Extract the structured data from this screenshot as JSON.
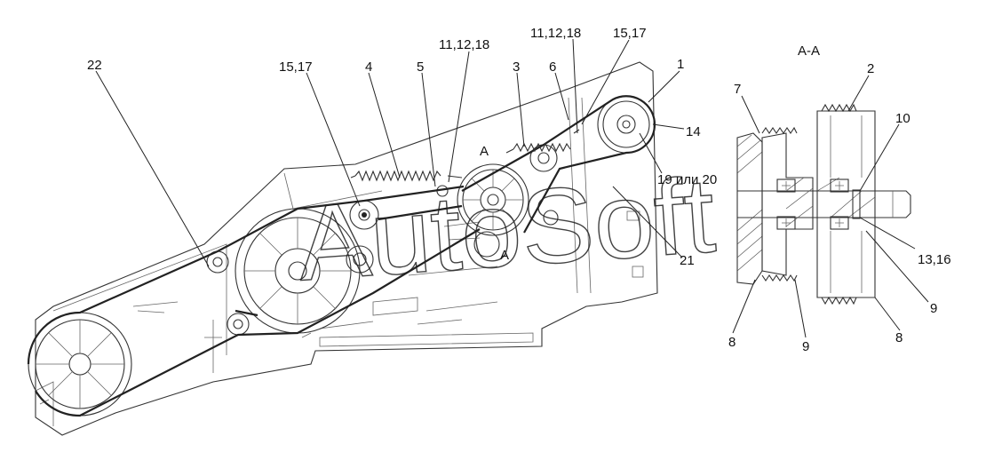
{
  "section_title": "A-A",
  "watermark": "AutoSoft",
  "section_marks": {
    "a_top": "A",
    "a_bottom": "A"
  },
  "callouts": {
    "c22": "22",
    "c15_17_left": "15,17",
    "c4": "4",
    "c5": "5",
    "c11_12_18_left": "11,12,18",
    "c3": "3",
    "c6": "6",
    "c11_12_18_right": "11,12,18",
    "c15_17_right": "15,17",
    "c1": "1",
    "c14": "14",
    "c19_20": "19 или 20",
    "c21": "21"
  },
  "section_callouts": {
    "s7": "7",
    "s2": "2",
    "s10": "10",
    "s13_16": "13,16",
    "s9_right": "9",
    "s8_right": "8",
    "s9_bottom": "9",
    "s8_left": "8"
  }
}
